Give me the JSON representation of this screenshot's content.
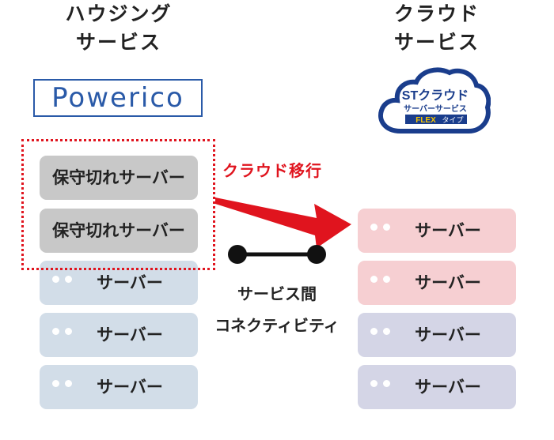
{
  "left_column": {
    "title_line1": "ハウジング",
    "title_line2": "サービス",
    "logo_text": "Powerico",
    "servers": [
      {
        "label": "保守切れサーバー",
        "color": "#c8c8c8"
      },
      {
        "label": "保守切れサーバー",
        "color": "#c8c8c8"
      },
      {
        "label": "サーバー",
        "color": "#d2dde8"
      },
      {
        "label": "サーバー",
        "color": "#d2dde8"
      },
      {
        "label": "サーバー",
        "color": "#d2dde8"
      }
    ]
  },
  "right_column": {
    "title_line1": "クラウド",
    "title_line2": "サービス",
    "logo": {
      "line1": "STクラウド",
      "line2": "サーバーサービス",
      "line3_flex": "FLEX",
      "line3_suffix": "タイプ"
    },
    "servers": [
      {
        "label": "サーバー",
        "color": "#f6cfd2"
      },
      {
        "label": "サーバー",
        "color": "#f6cfd2"
      },
      {
        "label": "サーバー",
        "color": "#d4d5e6"
      },
      {
        "label": "サーバー",
        "color": "#d4d5e6"
      }
    ]
  },
  "migration": {
    "label": "クラウド移行",
    "color": "#e0141e"
  },
  "connectivity": {
    "line1": "サービス間",
    "line2": "コネクティビティ"
  }
}
